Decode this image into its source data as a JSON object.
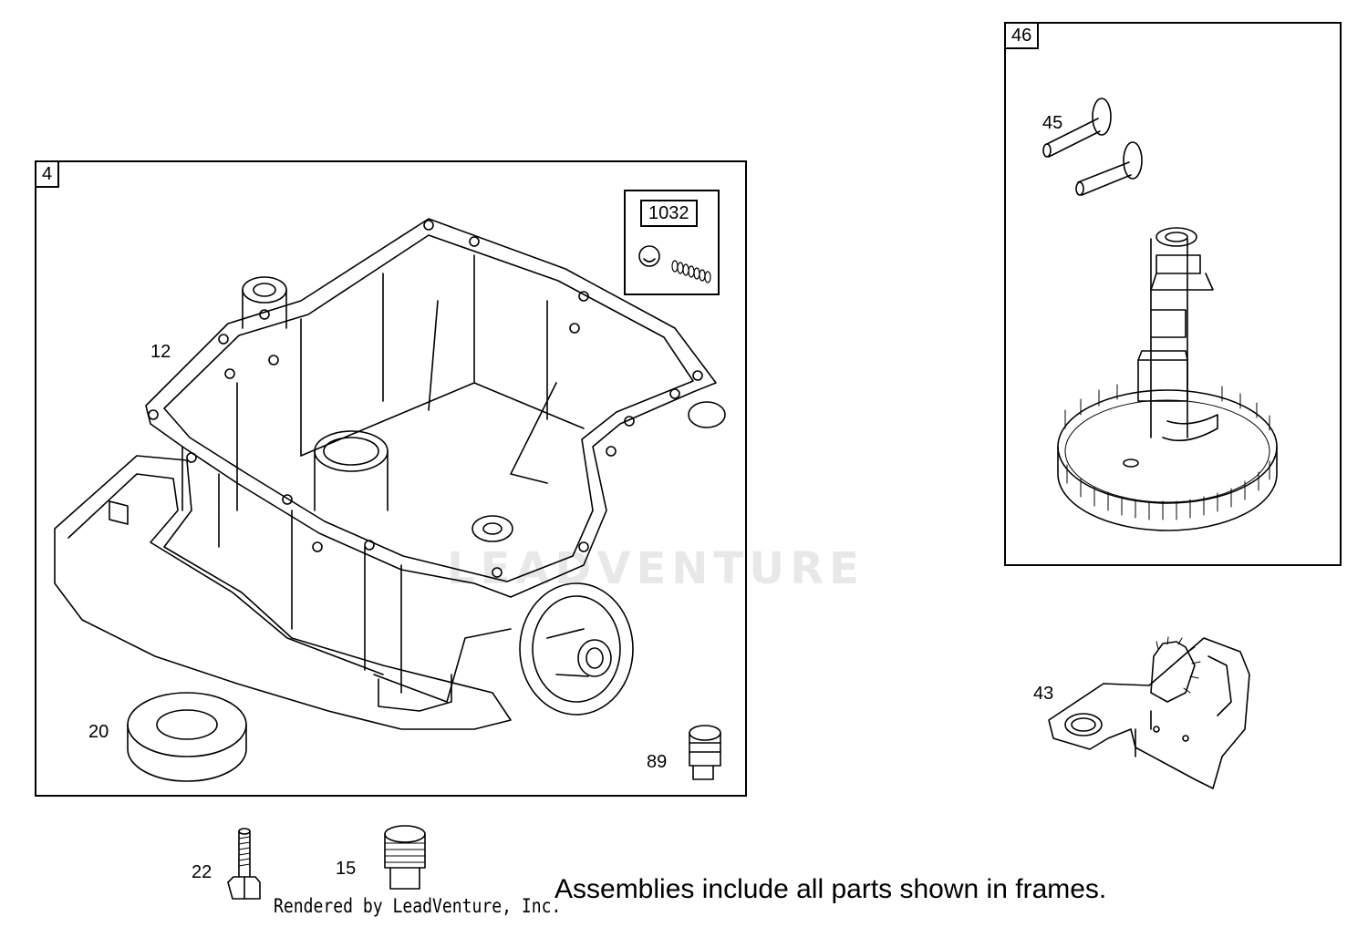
{
  "frames": {
    "frame_4": {
      "tag": "4"
    },
    "frame_46": {
      "tag": "46"
    },
    "kit_1032": {
      "tag": "1032"
    }
  },
  "callouts": {
    "c12": "12",
    "c20": "20",
    "c89": "89",
    "c45": "45",
    "c43": "43",
    "c22": "22",
    "c15": "15"
  },
  "watermark": "LEADVENTURE",
  "credit": "Rendered by LeadVenture, Inc.",
  "note": "Assemblies include all parts shown in frames."
}
